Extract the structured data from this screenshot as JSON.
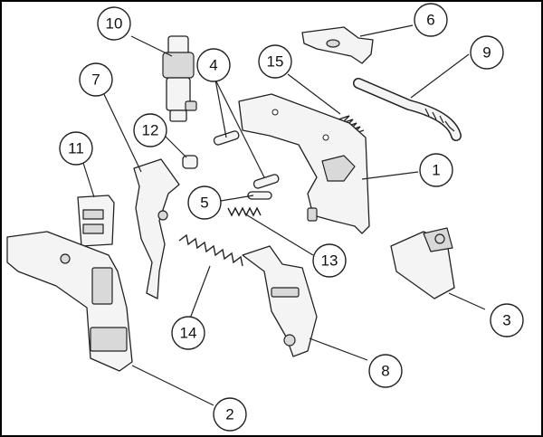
{
  "callouts": {
    "c1": "1",
    "c2": "2",
    "c3": "3",
    "c4": "4",
    "c5": "5",
    "c6": "6",
    "c7": "7",
    "c8": "8",
    "c9": "9",
    "c10": "10",
    "c11": "11",
    "c12": "12",
    "c13": "13",
    "c14": "14",
    "c15": "15"
  },
  "colors": {
    "line": "#222222",
    "fill": "#f4f4f4",
    "shade": "#d9d9d9",
    "border": "#000000"
  }
}
